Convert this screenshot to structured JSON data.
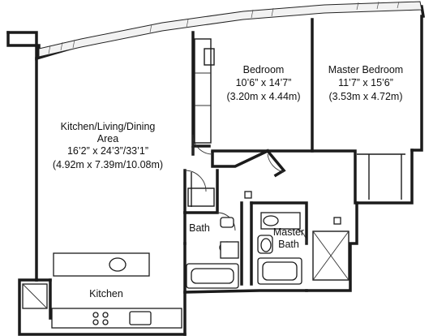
{
  "rooms": [
    {
      "key": "kitchen_living_dining",
      "name": "Kitchen/Living/Dining",
      "name_line2": "Area",
      "dimensions_imperial": "16’2” x 24’3”/33’1”",
      "dimensions_metric": "(4.92m x 7.39m/10.08m)"
    },
    {
      "key": "bedroom",
      "name": "Bedroom",
      "dimensions_imperial": "10’6” x 14’7”",
      "dimensions_metric": "(3.20m x 4.44m)"
    },
    {
      "key": "master_bedroom",
      "name": "Master Bedroom",
      "dimensions_imperial": "11’7” x 15’6”",
      "dimensions_metric": "(3.53m x 4.72m)"
    },
    {
      "key": "bath",
      "name": "Bath"
    },
    {
      "key": "master_bath",
      "name": "Master",
      "name_line2": "Bath"
    },
    {
      "key": "kitchen",
      "name": "Kitchen"
    }
  ],
  "colors": {
    "wall": "#1b1b1b",
    "background": "#ffffff"
  }
}
